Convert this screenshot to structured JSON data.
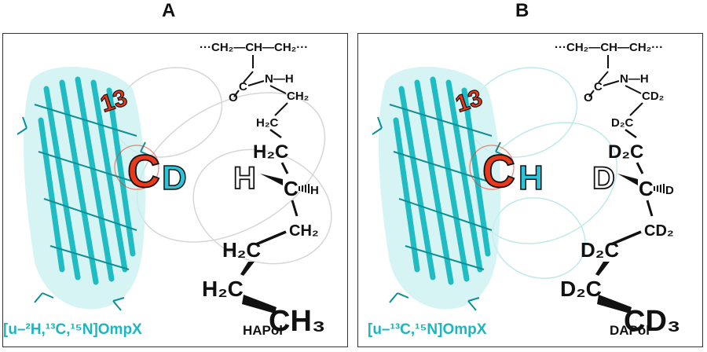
{
  "panels": [
    {
      "letter": "A",
      "label_isotope": "13",
      "label_carbon": "C",
      "label_attached": "D",
      "protein_caption": "[u–²H,¹³C,¹⁵N]OmpX",
      "polymer_caption": "HAPol",
      "structure": {
        "backbone": "···CH₂—CH—CH₂···",
        "amide_nh": "N—H",
        "carbonyl_o": "O",
        "carbonyl_c": "C",
        "n_ch2": "CH₂",
        "g1": "H₂C",
        "g2": "H₂C",
        "stereo_big": "H",
        "stereo_c": "C",
        "stereo_small": "H",
        "g3": "CH₂",
        "g4": "H₂C",
        "g5": "H₂C",
        "terminal": "CH₃"
      }
    },
    {
      "letter": "B",
      "label_isotope": "13",
      "label_carbon": "C",
      "label_attached": "H",
      "protein_caption": "[u–¹³C,¹⁵N]OmpX",
      "polymer_caption": "DAPol",
      "structure": {
        "backbone": "···CH₂—CH—CH₂···",
        "amide_nh": "N—H",
        "carbonyl_o": "O",
        "carbonyl_c": "C",
        "n_ch2": "CD₂",
        "g1": "D₂C",
        "g2": "D₂C",
        "stereo_big": "D",
        "stereo_c": "C",
        "stereo_small": "D",
        "g3": "CD₂",
        "g4": "D₂C",
        "g5": "D₂C",
        "terminal": "CD₃"
      }
    }
  ],
  "colors": {
    "protein": "#1fbcc4",
    "protein_dark": "#0e8f96",
    "carbon_label": "#e8391c",
    "attached_label": "#2cc4d8",
    "caption": "#1cb5c0"
  }
}
